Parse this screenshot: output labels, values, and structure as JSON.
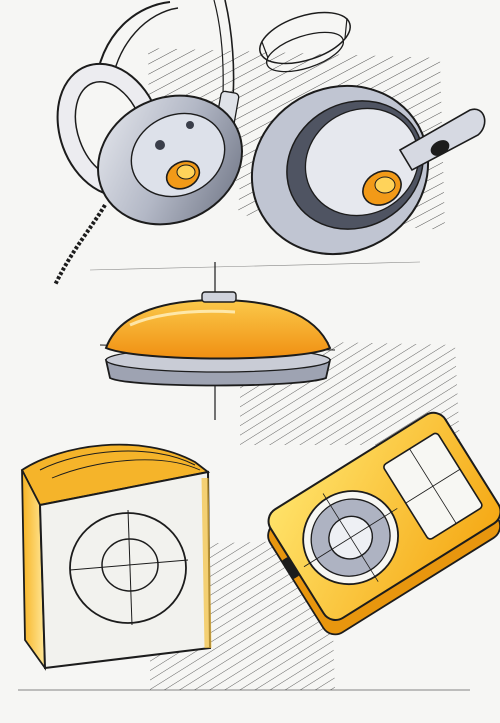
{
  "image": {
    "subject": "marker-sketch-sheet",
    "palette": {
      "paper": "#f6f6f4",
      "ink": "#1c1c1c",
      "marker_orange": "#f4a21a",
      "marker_yellow": "#ffd23a",
      "cool_grey": "#aeb4c4",
      "dark_grey": "#5e6372"
    },
    "objects": [
      {
        "id": "headphones",
        "name": "headphone-sketch"
      },
      {
        "id": "dome-device",
        "name": "dome-speaker-sketch"
      },
      {
        "id": "cube-speaker",
        "name": "cube-speaker-sketch"
      },
      {
        "id": "music-player",
        "name": "music-player-sketch"
      }
    ]
  }
}
